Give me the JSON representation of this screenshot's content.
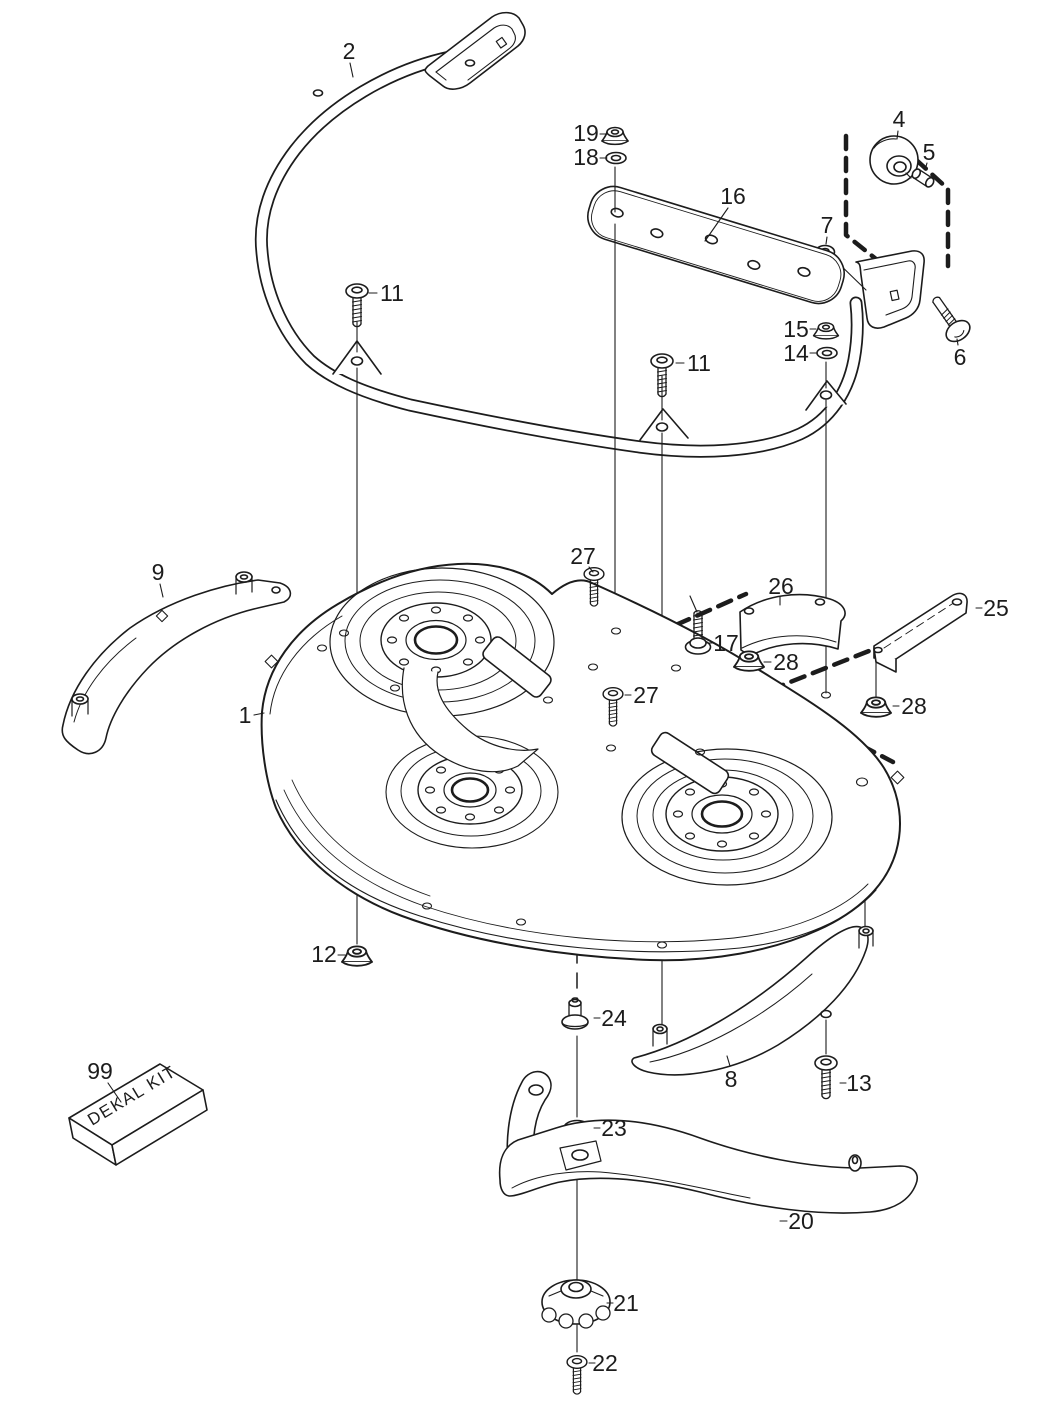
{
  "figure": {
    "background_color": "#ffffff",
    "line_color": "#1c1c1c"
  },
  "decal_kit": {
    "text": "DEKAL KIT"
  },
  "callouts": [
    {
      "number": "2"
    },
    {
      "number": "19"
    },
    {
      "number": "18"
    },
    {
      "number": "16"
    },
    {
      "number": "4"
    },
    {
      "number": "5"
    },
    {
      "number": "7"
    },
    {
      "number": "6"
    },
    {
      "number": "15"
    },
    {
      "number": "14"
    },
    {
      "number": "11"
    },
    {
      "number": "11"
    },
    {
      "number": "9"
    },
    {
      "number": "1"
    },
    {
      "number": "27"
    },
    {
      "number": "17"
    },
    {
      "number": "26"
    },
    {
      "number": "28"
    },
    {
      "number": "27"
    },
    {
      "number": "25"
    },
    {
      "number": "28"
    },
    {
      "number": "12"
    },
    {
      "number": "24"
    },
    {
      "number": "23"
    },
    {
      "number": "8"
    },
    {
      "number": "13"
    },
    {
      "number": "20"
    },
    {
      "number": "21"
    },
    {
      "number": "22"
    },
    {
      "number": "99"
    }
  ]
}
